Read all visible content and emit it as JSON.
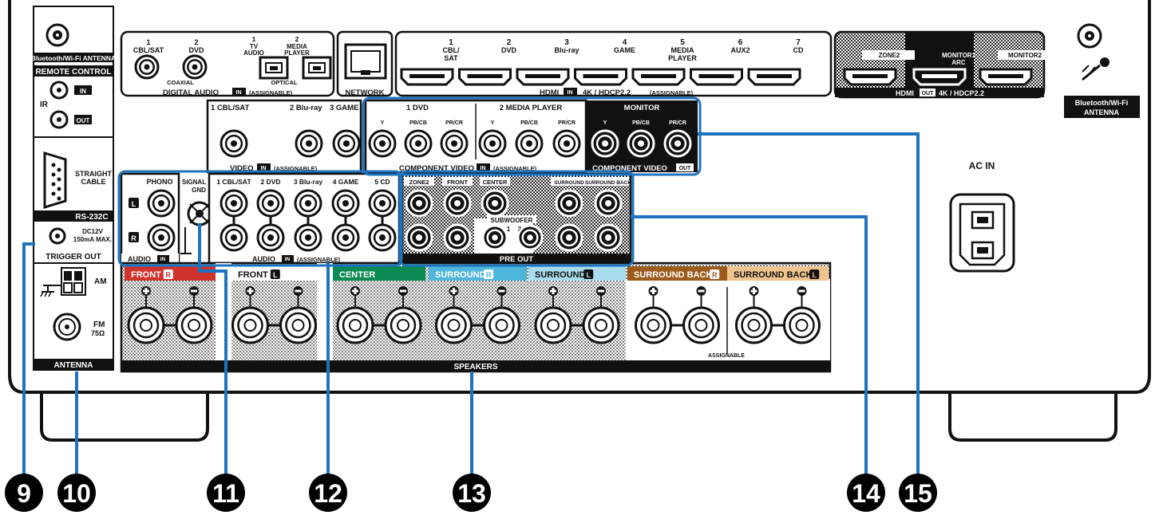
{
  "bt_antenna_left": "Bluetooth/Wi-Fi ANTENNA",
  "bt_antenna_right": [
    "Bluetooth/Wi-Fi",
    "ANTENNA"
  ],
  "remote": {
    "title": "REMOTE CONTROL",
    "ir": "IR",
    "in": "IN",
    "out": "OUT"
  },
  "rs232c": {
    "line1": "STRAIGHT",
    "line2": "CABLE",
    "title": "RS-232C"
  },
  "trigger": {
    "line1": "DC12V",
    "line2": "150mA MAX.",
    "title": "TRIGGER OUT"
  },
  "antenna": {
    "am": "AM",
    "fm": "FM",
    "fm_ohm": "75Ω",
    "title": "ANTENNA"
  },
  "digital_audio": {
    "title": "DIGITAL AUDIO",
    "in_tag": "IN",
    "assignable": "(ASSIGNABLE)",
    "coaxial": "COAXIAL",
    "optical": "OPTICAL",
    "inputs": [
      {
        "num": "1",
        "name": "CBL/SAT"
      },
      {
        "num": "2",
        "name": "DVD"
      },
      {
        "num": "1",
        "name": "TV",
        "name2": "AUDIO"
      },
      {
        "num": "2",
        "name": "MEDIA",
        "name2": "PLAYER"
      }
    ]
  },
  "network": "NETWORK",
  "hdmi_in": {
    "title": "HDMI",
    "in_tag": "IN",
    "suffix": "4K / HDCP2.2",
    "assignable": "(ASSIGNABLE)",
    "inputs": [
      {
        "num": "1",
        "name": "CBL/",
        "name2": "SAT"
      },
      {
        "num": "2",
        "name": "DVD",
        "name2": ""
      },
      {
        "num": "3",
        "name": "Blu-ray",
        "name2": ""
      },
      {
        "num": "4",
        "name": "GAME",
        "name2": ""
      },
      {
        "num": "5",
        "name": "MEDIA",
        "name2": "PLAYER"
      },
      {
        "num": "6",
        "name": "AUX2",
        "name2": ""
      },
      {
        "num": "7",
        "name": "CD",
        "name2": ""
      }
    ]
  },
  "hdmi_out": {
    "title": "HDMI",
    "out_tag": "OUT",
    "suffix": "4K / HDCP2.2",
    "outputs": [
      {
        "name": "ZONE2",
        "name2": ""
      },
      {
        "name": "MONITOR1",
        "name2": "ARC"
      },
      {
        "name": "MONITOR2",
        "name2": ""
      }
    ]
  },
  "video_in": {
    "title": "VIDEO",
    "in_tag": "IN",
    "assignable": "(ASSIGNABLE)",
    "labels": [
      "1 CBL/SAT",
      "2 Blu-ray",
      "3 GAME"
    ]
  },
  "component": {
    "in_title": "COMPONENT VIDEO",
    "in_tag": "IN",
    "assignable": "(ASSIGNABLE)",
    "out_title": "COMPONENT VIDEO",
    "out_tag": "OUT",
    "groups": [
      "1 DVD",
      "2 MEDIA PLAYER",
      "MONITOR"
    ],
    "channels": [
      "Y",
      "PB/CB",
      "PR/CR"
    ]
  },
  "audio_in": {
    "phono": "PHONO",
    "signal_gnd": [
      "SIGNAL",
      "GND"
    ],
    "title": "AUDIO",
    "in_tag": "IN",
    "assignable": "(ASSIGNABLE)",
    "left": "L",
    "right": "R",
    "labels": [
      "1 CBL/SAT",
      "2 DVD",
      "3 Blu-ray",
      "4 GAME",
      "5 CD"
    ]
  },
  "pre_out": {
    "title": "PRE OUT",
    "labels": [
      "ZONE2",
      "FRONT",
      "CENTER",
      "SURROUND",
      "SURROUND BACK"
    ],
    "subwoofer": "SUBWOOFER",
    "sub_nums": [
      "1",
      "2"
    ]
  },
  "speakers": {
    "title": "SPEAKERS",
    "assignable": "ASSIGNABLE",
    "sections": [
      {
        "name": "FRONT",
        "side": "R",
        "color": "#d0332d"
      },
      {
        "name": "FRONT",
        "side": "L",
        "color": "#ffffff"
      },
      {
        "name": "CENTER",
        "side": "",
        "color": "#0b8a54"
      },
      {
        "name": "SURROUND",
        "side": "R",
        "color": "#4fb6db"
      },
      {
        "name": "SURROUND",
        "side": "L",
        "color": "#a9dcec"
      },
      {
        "name": "SURROUND BACK",
        "side": "R",
        "color": "#9b5b1c"
      },
      {
        "name": "SURROUND BACK",
        "side": "L",
        "color": "#efc48e"
      }
    ]
  },
  "ac_in": "AC IN",
  "callout_color": "#1e73be",
  "callouts": [
    "9",
    "10",
    "11",
    "12",
    "13",
    "14",
    "15"
  ]
}
